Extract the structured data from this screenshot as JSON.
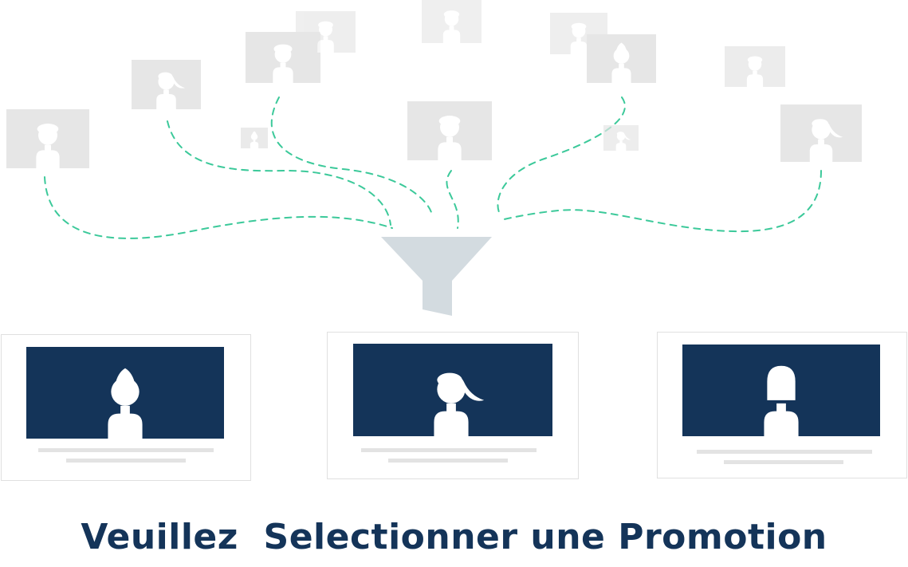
{
  "caption": "Veuillez  Selectionner une Promotion",
  "colors": {
    "navy": "#143459",
    "placeholder": "#e6e6e6",
    "silhouette": "#ffffff",
    "dashed_path": "#3cc99a",
    "funnel": "#d3dbe0",
    "card_border": "#e0e0e0",
    "text_line": "#e3e3e3"
  },
  "candidate_pool": [
    {
      "hair": "round"
    },
    {
      "hair": "ponytail"
    },
    {
      "hair": "round"
    },
    {
      "hair": "round"
    },
    {
      "hair": "round"
    },
    {
      "hair": "round"
    },
    {
      "hair": "bun"
    },
    {
      "hair": "round"
    },
    {
      "hair": "bun"
    },
    {
      "hair": "round"
    },
    {
      "hair": "ponytail"
    },
    {
      "hair": "ponytail"
    },
    {
      "hair": "bun"
    }
  ],
  "selected_profiles": [
    {
      "hair": "bun"
    },
    {
      "hair": "ponytail"
    },
    {
      "hair": "bob"
    }
  ],
  "icons": {
    "funnel": "funnel-icon"
  }
}
